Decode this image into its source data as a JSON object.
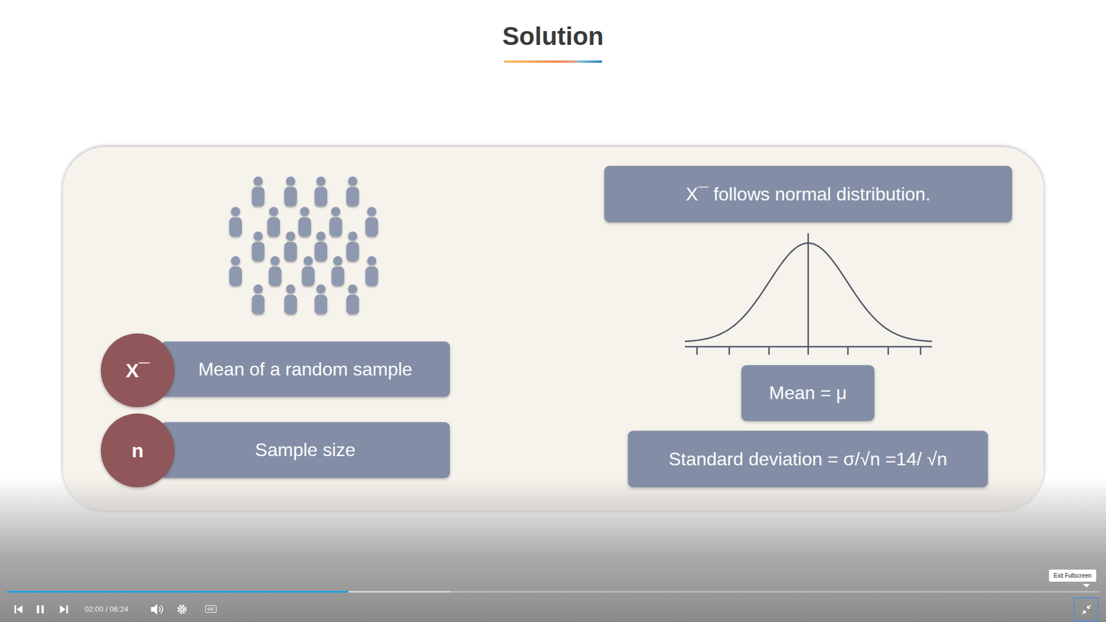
{
  "diagram": {
    "title": "Solution",
    "nodes": [
      {
        "text": [
          "X¯"
        ]
      },
      {
        "text": [
          "Mean of a random sample"
        ]
      },
      {
        "text": [
          "n"
        ]
      },
      {
        "text": [
          "Sample size"
        ]
      },
      {
        "text": [
          "X¯ follows normal distribution."
        ]
      },
      {
        "text": [
          "Mean = μ"
        ]
      },
      {
        "text": [
          "Standard deviation = σ/√n =14/ √n"
        ]
      }
    ],
    "labels": [
      "02:00 / 06:24",
      "CC",
      "Exit Fullscreen"
    ]
  }
}
